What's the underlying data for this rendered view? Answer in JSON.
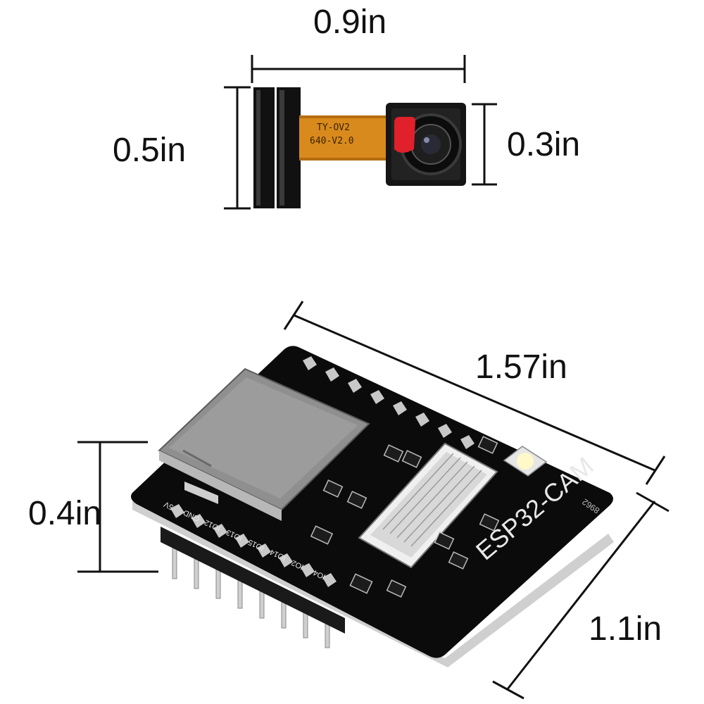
{
  "dimensions": {
    "camera_width": "0.9in",
    "camera_connector_height": "0.5in",
    "camera_lens_height": "0.3in",
    "board_length": "1.57in",
    "pin_height": "0.4in",
    "board_width": "1.1in"
  },
  "camera_module": {
    "flex_line1": "TY-OV2",
    "flex_line2": "640-V2.0",
    "colors": {
      "flex_cable": "#d98a1c",
      "lens_body": "#1a1a1a",
      "protective_tab": "#e0202a"
    }
  },
  "board": {
    "name": "ESP32-CAM",
    "marking": "8962",
    "pin_labels": [
      "5V",
      "GND",
      "IO12",
      "IO13",
      "IO15",
      "IO14",
      "IO2",
      "IO4"
    ],
    "colors": {
      "pcb": "#0b0b0b",
      "silkscreen": "#e8e8e8",
      "sd_slot": "#9a9a9a",
      "led": "#fff8c8"
    }
  }
}
